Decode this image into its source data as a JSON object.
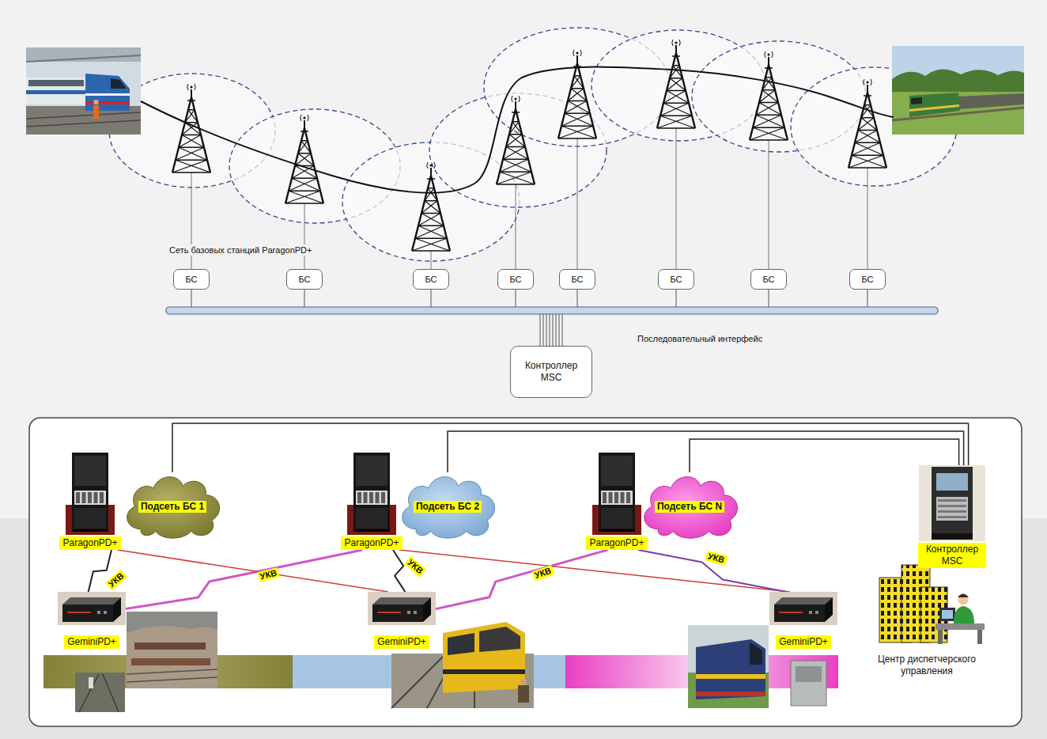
{
  "diagram": {
    "nodes": [
      {
        "text": [
          "БС"
        ]
      },
      {
        "text": [
          "БС"
        ]
      },
      {
        "text": [
          "БС"
        ]
      },
      {
        "text": [
          "БС"
        ]
      },
      {
        "text": [
          "БС"
        ]
      },
      {
        "text": [
          "БС"
        ]
      },
      {
        "text": [
          "БС"
        ]
      },
      {
        "text": [
          "БС"
        ]
      },
      {
        "text": [
          "Контроллер MSC"
        ]
      },
      {
        "text": [
          "ParagonPD+"
        ]
      },
      {
        "text": [
          "Подсеть БС 1"
        ]
      },
      {
        "text": [
          "ParagonPD+"
        ]
      },
      {
        "text": [
          "Подсеть БС 2"
        ]
      },
      {
        "text": [
          "ParagonPD+"
        ]
      },
      {
        "text": [
          "Подсеть БС N"
        ]
      },
      {
        "text": [
          "Контроллер MSC"
        ]
      },
      {
        "text": [
          "GeminiPD+"
        ]
      },
      {
        "text": [
          "GeminiPD+"
        ]
      },
      {
        "text": [
          "GeminiPD+"
        ]
      }
    ],
    "edges": [
      {
        "from": 0,
        "to": 8,
        "arrow": "none"
      },
      {
        "from": 1,
        "to": 8,
        "arrow": "none"
      },
      {
        "from": 2,
        "to": 8,
        "arrow": "none"
      },
      {
        "from": 3,
        "to": 8,
        "arrow": "none"
      },
      {
        "from": 4,
        "to": 8,
        "arrow": "none"
      },
      {
        "from": 5,
        "to": 8,
        "arrow": "none"
      },
      {
        "from": 6,
        "to": 8,
        "arrow": "none"
      },
      {
        "from": 7,
        "to": 8,
        "arrow": "none"
      },
      {
        "from": 10,
        "to": 15,
        "arrow": "none"
      },
      {
        "from": 12,
        "to": 15,
        "arrow": "none"
      },
      {
        "from": 14,
        "to": 15,
        "arrow": "none"
      },
      {
        "from": 9,
        "to": 16,
        "label": "УКВ",
        "arrow": "none"
      },
      {
        "from": 16,
        "to": 11,
        "label": "УКВ",
        "arrow": "none"
      },
      {
        "from": 9,
        "to": 17,
        "arrow": "none"
      },
      {
        "from": 11,
        "to": 17,
        "label": "УКВ",
        "arrow": "none"
      },
      {
        "from": 17,
        "to": 13,
        "label": "УКВ",
        "arrow": "none"
      },
      {
        "from": 11,
        "to": 18,
        "arrow": "none"
      },
      {
        "from": 13,
        "to": 18,
        "label": "УКВ",
        "arrow": "none"
      }
    ],
    "labels": [
      "Сеть базовых станций ParagonPD+",
      "Последовательный интерфейс",
      "Центр диспетчерского управления"
    ]
  }
}
